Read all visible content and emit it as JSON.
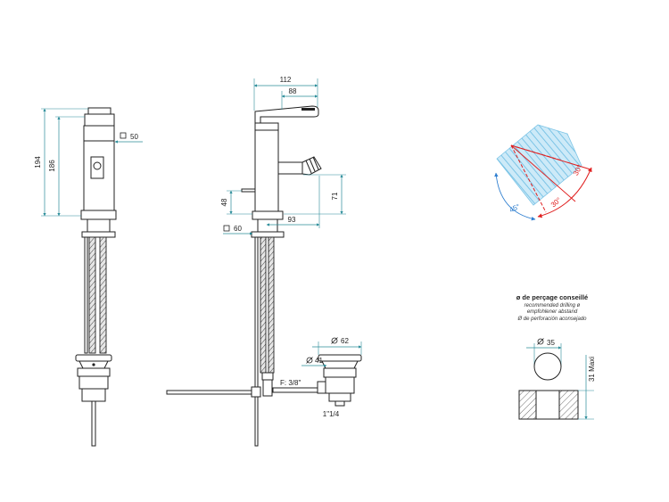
{
  "front_view": {
    "dim_height_total": "194",
    "dim_height_body": "186",
    "dim_square": "50"
  },
  "side_view": {
    "dim_width_total": "112",
    "dim_width_lever": "88",
    "dim_height_rod": "48",
    "dim_height_spout": "71",
    "dim_spout_reach": "93",
    "dim_square": "60",
    "connection_label": "F: 3/8\"",
    "waste_thread": "1\"1/4",
    "waste_dia_outer": "62",
    "waste_dia_inner": "41"
  },
  "angle_detail": {
    "angle_upper": "30°",
    "angle_lower": "30°",
    "angle_left": "45°"
  },
  "drilling_detail": {
    "title": "ø de perçage conseillé",
    "line_en": "recommended drilling ø",
    "line_de": "empfohlener abstand",
    "line_es": "Ø de perforación aconsejado",
    "hole_dia": "35",
    "max_thickness": "31 Maxi"
  },
  "icons": {
    "square_symbol": "square-section-icon",
    "diameter_symbol": "diameter-icon"
  },
  "colors": {
    "outline": "#222222",
    "dimension": "#2a8c99",
    "hose_hatch": "#444444",
    "fan_fill": "#cdeaf8",
    "fan_stripe": "#7cc4e6",
    "angle_red": "#e02020",
    "angle_blue": "#2f7fd0"
  }
}
